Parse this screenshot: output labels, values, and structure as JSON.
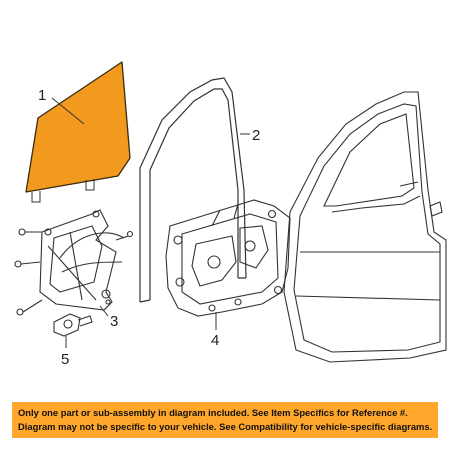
{
  "diagram": {
    "callouts": [
      {
        "id": "1",
        "label": "1"
      },
      {
        "id": "2",
        "label": "2"
      },
      {
        "id": "3",
        "label": "3"
      },
      {
        "id": "4",
        "label": "4"
      },
      {
        "id": "5",
        "label": "5"
      }
    ],
    "glass_color": "#f29a1d",
    "line_color": "#333333"
  },
  "notice": {
    "line1": "Only one part or sub-assembly in diagram included. See Item Specifics for Reference #.",
    "line2": "Diagram may not be specific to your vehicle. See Compatibility for vehicle-specific diagrams.",
    "background": "#ffa62b"
  }
}
